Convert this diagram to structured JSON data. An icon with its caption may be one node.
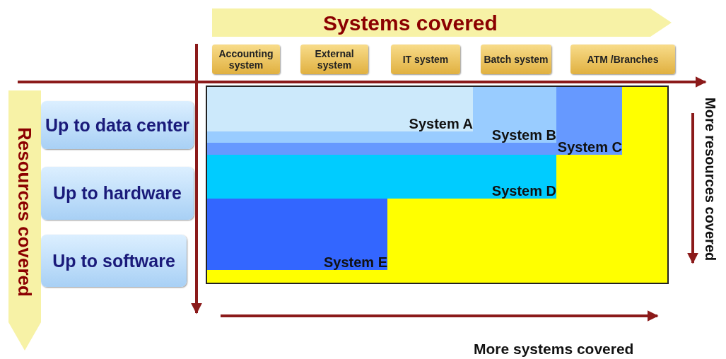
{
  "diagram": {
    "nodes": [
      {
        "text": [
          "Systems covered"
        ]
      },
      {
        "text": [
          "Accounting system"
        ]
      },
      {
        "text": [
          "External system"
        ]
      },
      {
        "text": [
          "IT system"
        ]
      },
      {
        "text": [
          "Batch system"
        ]
      },
      {
        "text": [
          "ATM /Branches"
        ]
      },
      {
        "text": [
          "Resources covered"
        ]
      },
      {
        "text": [
          "Up to data center"
        ]
      },
      {
        "text": [
          "Up to hardware"
        ]
      },
      {
        "text": [
          "Up to software"
        ]
      },
      {
        "text": [],
        "shape": "box"
      },
      {
        "text": [
          "System C"
        ],
        "in": 10
      },
      {
        "text": [
          "System B"
        ],
        "in": 11
      },
      {
        "text": [
          "System A"
        ],
        "in": 12
      },
      {
        "text": [
          "System D"
        ],
        "in": 10
      },
      {
        "text": [
          "System E"
        ],
        "in": 10
      }
    ],
    "edges": [],
    "labels": [
      "More resources covered",
      "More systems covered"
    ]
  }
}
